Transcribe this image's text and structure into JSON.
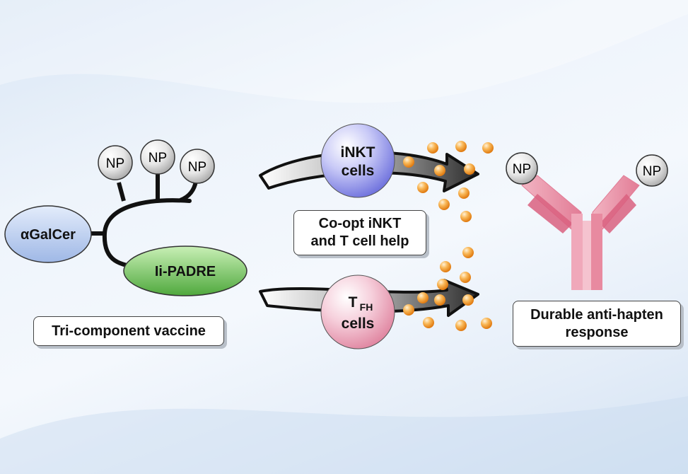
{
  "vaccine": {
    "np_labels": [
      "NP",
      "NP",
      "NP"
    ],
    "agalcer_label": "αGalCer",
    "iipadre_label": "Ii-PADRE",
    "caption": "Tri-component vaccine"
  },
  "cells": {
    "inkt_line1": "iNKT",
    "inkt_line2": "cells",
    "tfh_main": "T",
    "tfh_sub": "FH",
    "tfh_line2": "cells"
  },
  "middle_box": {
    "line1": "Co-opt iNKT",
    "line2": "and T cell help"
  },
  "antibody": {
    "np_left": "NP",
    "np_right": "NP",
    "caption_line1": "Durable anti-hapten",
    "caption_line2": "response"
  },
  "colors": {
    "inkt_cell": "#7f82e6",
    "tfh_cell": "#e79ab0",
    "agalcer": "#b8cdf0",
    "iipadre": "#7cc46a",
    "antibody": "#e88aa0",
    "particles": "#f59a2a",
    "np_bead": "#d8d8d8"
  }
}
